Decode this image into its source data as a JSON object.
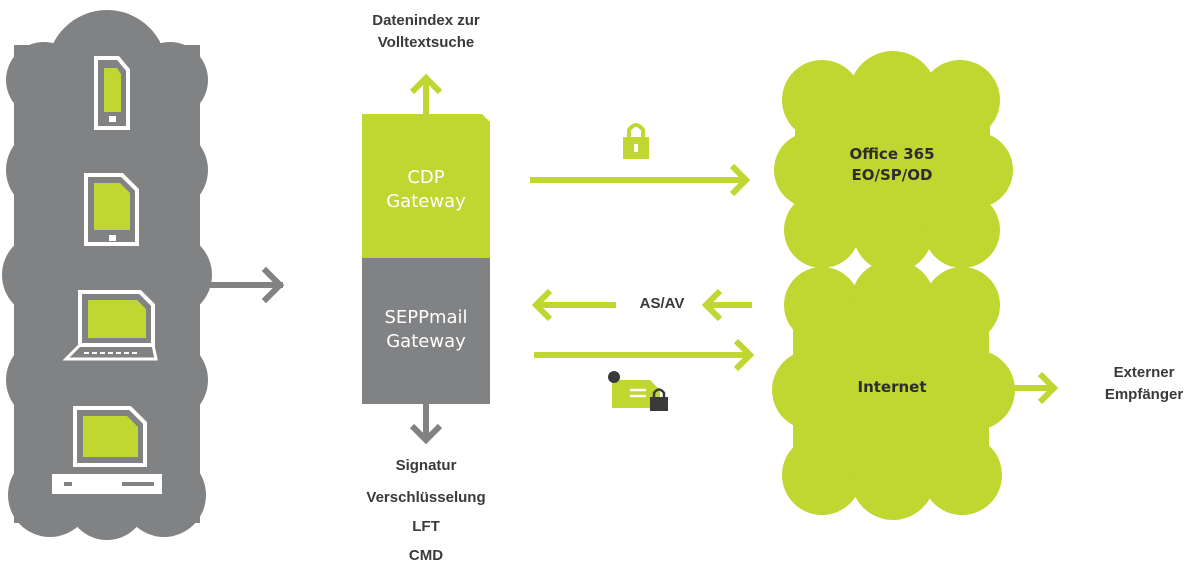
{
  "colors": {
    "green": "#bfd730",
    "gray": "#808284",
    "dark_text": "#3a3a3a",
    "white": "#ffffff"
  },
  "devices": {
    "icons": [
      "smartphone-icon",
      "tablet-icon",
      "laptop-icon",
      "desktop-computer-icon"
    ]
  },
  "gateway": {
    "top_label": "Datenindex zur\nVolltextsuche",
    "cdp_label": "CDP\nGateway",
    "sepp_label": "SEPPmail\nGateway",
    "bottom_labels": [
      "Signatur",
      "Verschlüsselung",
      "LFT",
      "CMD"
    ]
  },
  "flows": {
    "as_av_label": "AS/AV",
    "lock_icon": "padlock-icon",
    "mail_icon": "encrypted-signed-mail-icon"
  },
  "clouds": {
    "office_label": "Office 365\nEO/SP/OD",
    "internet_label": "Internet"
  },
  "external": {
    "label": "Externer\nEmpfänger"
  }
}
